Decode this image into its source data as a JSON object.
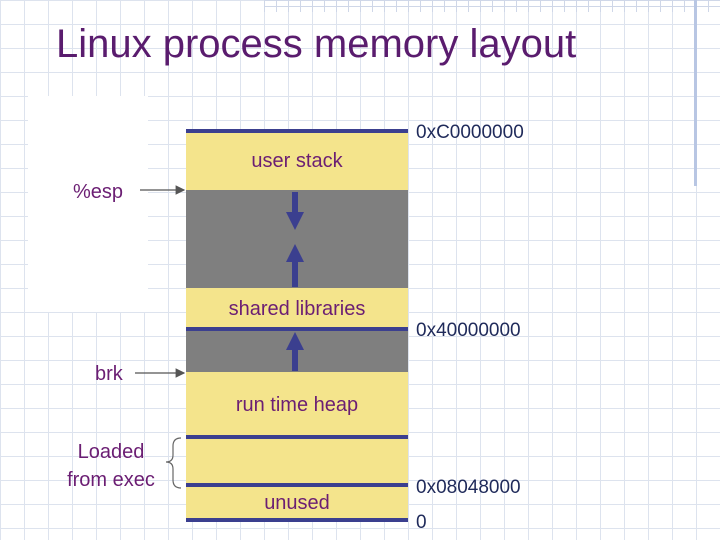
{
  "title": "Linux process memory layout",
  "segments": {
    "user_stack": "user stack",
    "shared_libraries": "shared libraries",
    "run_time_heap": "run time heap",
    "unused": "unused"
  },
  "addresses": {
    "stack_top": "0xC0000000",
    "libs": "0x40000000",
    "exec_start": "0x08048000",
    "zero": "0"
  },
  "pointers": {
    "esp": "%esp",
    "brk": "brk"
  },
  "annotations": {
    "loaded_line1": "Loaded",
    "loaded_line2": "from exec"
  },
  "colors": {
    "title": "#5a1c6e",
    "segment_fill": "#f4e48c",
    "gap_fill": "#7f7f7f",
    "boundary": "#3b3f8f",
    "text": "#6b1e73"
  },
  "icons": [
    "arrow-down-icon",
    "arrow-up-icon",
    "pointer-arrow-icon",
    "brace-icon"
  ]
}
